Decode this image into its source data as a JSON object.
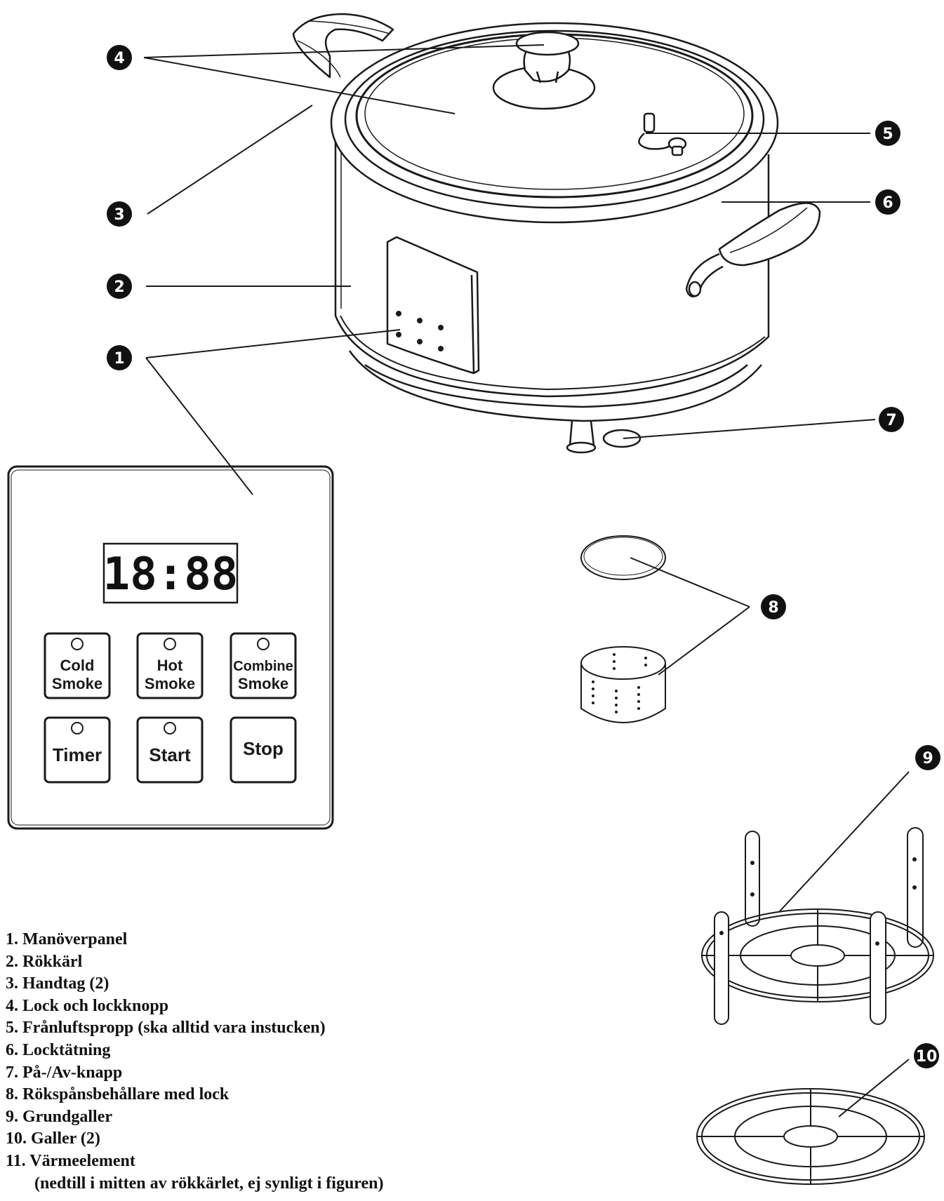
{
  "callouts": [
    "1",
    "2",
    "3",
    "4",
    "5",
    "6",
    "7",
    "8",
    "9",
    "10"
  ],
  "control_panel": {
    "display": "18:88",
    "buttons": [
      {
        "line1": "Cold",
        "line2": "Smoke",
        "led": true
      },
      {
        "line1": "Hot",
        "line2": "Smoke",
        "led": true
      },
      {
        "line1": "Combine",
        "line2": "Smoke",
        "led": true
      },
      {
        "line1": "Timer",
        "line2": "",
        "led": true
      },
      {
        "line1": "Start",
        "line2": "",
        "led": true
      },
      {
        "line1": "Stop",
        "line2": "",
        "led": false
      }
    ]
  },
  "legend": [
    {
      "num": "1.",
      "text": "Manöverpanel"
    },
    {
      "num": "2.",
      "text": "Rökkärl"
    },
    {
      "num": "3.",
      "text": "Handtag (2)"
    },
    {
      "num": "4.",
      "text": "Lock och lockknopp"
    },
    {
      "num": "5.",
      "text": "Frånluftspropp (ska alltid vara instucken)"
    },
    {
      "num": "6.",
      "text": "Locktätning"
    },
    {
      "num": "7.",
      "text": "På-/Av-knapp"
    },
    {
      "num": "8.",
      "text": "Rökspånsbehållare med lock"
    },
    {
      "num": "9.",
      "text": "Grundgaller"
    },
    {
      "num": "10.",
      "text": "Galler (2)"
    },
    {
      "num": "11.",
      "text": "Värmeelement",
      "note": "(nedtill i mitten av rökkärlet, ej synligt i figuren)"
    }
  ]
}
